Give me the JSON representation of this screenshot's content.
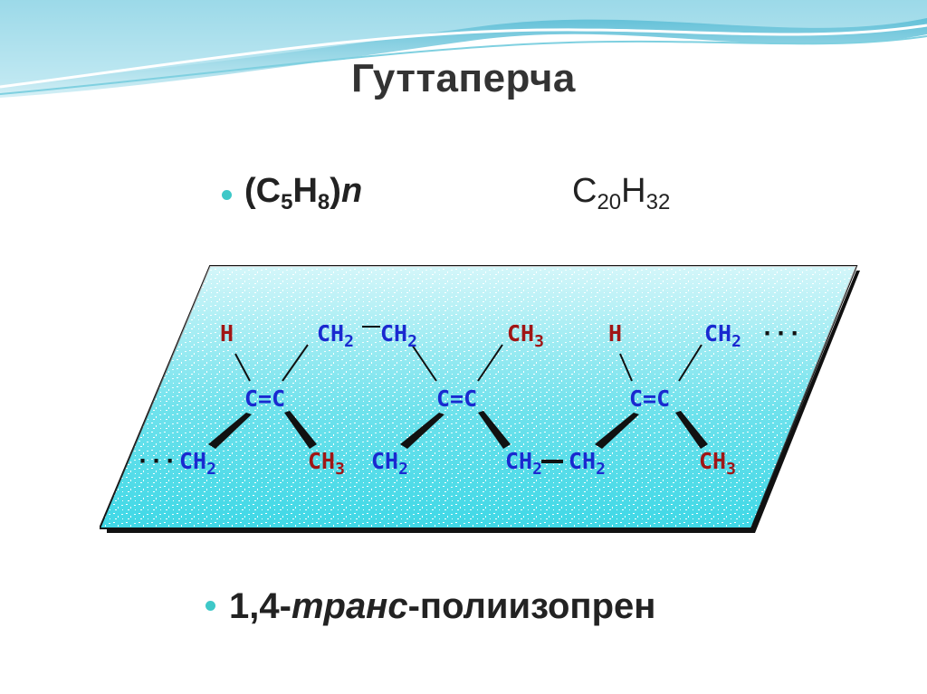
{
  "slide": {
    "title": "Гуттаперча",
    "colors": {
      "accent": "#3ec8c8",
      "carbon": "#1a2ad0",
      "methyl_hydrogen": "#a01616",
      "plane": "#36d9e8"
    },
    "formulas": [
      {
        "prefix": "(C",
        "c_sub": "5",
        "h": "H",
        "h_sub": "8",
        "suffix": ")",
        "n": "n"
      },
      {
        "prefix": "C",
        "c_sub": "20",
        "h": "H",
        "h_sub": "32"
      }
    ],
    "bottom_line": {
      "prefix": "1,4-",
      "italic": "транс",
      "suffix": "-полиизопрен"
    }
  },
  "diagram": {
    "groups": [
      {
        "text": "H",
        "sub": "",
        "color": "red"
      },
      {
        "text": "CH",
        "sub": "2",
        "color": "blue"
      },
      {
        "text": "CH",
        "sub": "2",
        "color": "blue"
      },
      {
        "text": "CH",
        "sub": "3",
        "color": "red"
      },
      {
        "text": "H",
        "sub": "",
        "color": "red"
      },
      {
        "text": "CH",
        "sub": "2",
        "color": "blue"
      },
      {
        "text": "C=C",
        "sub": "",
        "color": "blue"
      },
      {
        "text": "C=C",
        "sub": "",
        "color": "blue"
      },
      {
        "text": "C=C",
        "sub": "",
        "color": "blue"
      },
      {
        "text": "CH",
        "sub": "2",
        "color": "blue"
      },
      {
        "text": "CH",
        "sub": "3",
        "color": "red"
      },
      {
        "text": "CH",
        "sub": "2",
        "color": "blue"
      },
      {
        "text": "CH",
        "sub": "2",
        "color": "blue"
      },
      {
        "text": "CH",
        "sub": "2",
        "color": "blue"
      },
      {
        "text": "CH",
        "sub": "3",
        "color": "red"
      }
    ],
    "ellipsis": "···"
  }
}
